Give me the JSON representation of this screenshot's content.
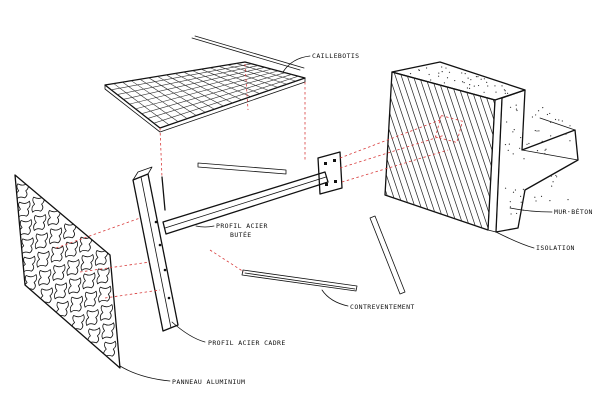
{
  "labels": {
    "caillebotis": "CAILLEBOTIS",
    "profil_acier_bute": "PROFIL ACIER",
    "profil_acier_bute_2": "BUTÉE",
    "mur_beton": "MUR BÉTON",
    "isolation": "ISOLATION",
    "contreventement": "CONTREVENTEMENT",
    "profil_acier_cadre": "PROFIL ACIER CADRE",
    "panneau_aluminium": "PANNEAU ALUMINIUM"
  },
  "colors": {
    "ink": "#111111",
    "projection_lines": "#d83a3a",
    "background": "#ffffff"
  }
}
